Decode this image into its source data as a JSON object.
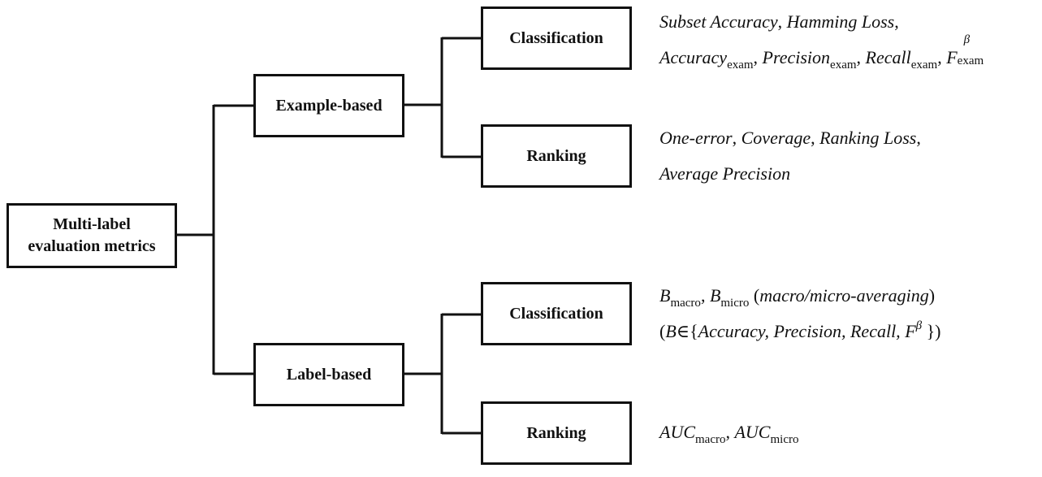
{
  "root": {
    "line1": "Multi-label",
    "line2": "evaluation metrics"
  },
  "example_based": {
    "label": "Example-based",
    "classification": {
      "label": "Classification",
      "line1": {
        "m1": "Subset Accuracy",
        "sep1": ", ",
        "m2": "Hamming Loss",
        "sep2": ","
      },
      "line2": {
        "m1": "Accuracy",
        "m1_sub": "exam",
        "sep1": ", ",
        "m2": "Precision",
        "m2_sub": "exam",
        "sep2": ", ",
        "m3": "Recall",
        "m3_sub": "exam",
        "sep3": ", ",
        "m4": "F",
        "m4_sup": "β",
        "m4_sub": "exam"
      }
    },
    "ranking": {
      "label": "Ranking",
      "line1": {
        "m1": "One-error",
        "sep1": ", ",
        "m2": "Coverage",
        "sep2": ", ",
        "m3": "Ranking Loss",
        "sep3": ","
      },
      "line2": {
        "m1": "Average Precision"
      }
    }
  },
  "label_based": {
    "label": "Label-based",
    "classification": {
      "label": "Classification",
      "line1": {
        "m1": "B",
        "m1_sub": "macro",
        "sep1": ", ",
        "m2": "B",
        "m2_sub": "micro",
        "open": " (",
        "note": "macro/micro-averaging",
        "close": ")"
      },
      "line2": {
        "open": "(",
        "var": "B",
        "in": "∈{",
        "set": "Accuracy, Precision, Recall, ",
        "f": "F",
        "f_sup": "β",
        "close": " })"
      }
    },
    "ranking": {
      "label": "Ranking",
      "line1": {
        "m1": "AUC",
        "m1_sub": "macro",
        "sep1": ", ",
        "m2": "AUC",
        "m2_sub": "micro"
      }
    }
  }
}
